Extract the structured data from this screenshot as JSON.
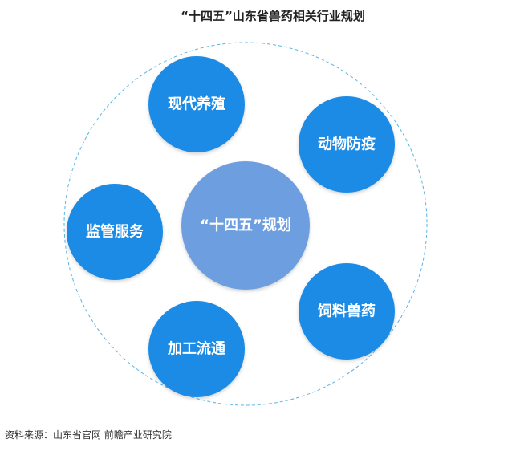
{
  "title": "“十四五”山东省兽药相关行业规划",
  "center": {
    "label": "“十四五”规划"
  },
  "nodes": [
    {
      "label": "现代养殖"
    },
    {
      "label": "动物防疫"
    },
    {
      "label": "饲料兽药"
    },
    {
      "label": "加工流通"
    },
    {
      "label": "监管服务"
    }
  ],
  "source": "资料来源：山东省官网 前瞻产业研究院",
  "colors": {
    "node": "#1f8be6",
    "center": "#6d9ee0",
    "ring": "#5ab4e4"
  }
}
